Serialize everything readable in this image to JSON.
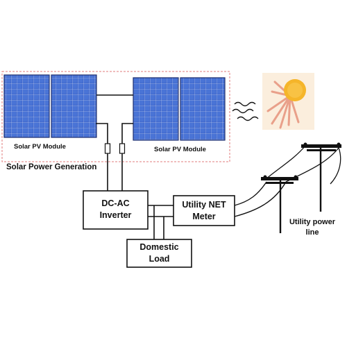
{
  "section": {
    "title": "Solar Power Generation"
  },
  "panels": {
    "left_label": "Solar PV Module",
    "right_label": "Solar PV Module"
  },
  "boxes": {
    "inverter": {
      "line1": "DC-AC",
      "line2": "Inverter"
    },
    "meter": {
      "line1": "Utility NET",
      "line2": "Meter"
    },
    "load": {
      "line1": "Domestic",
      "line2": "Load"
    }
  },
  "utility": {
    "line1": "Utility power",
    "line2": "line"
  },
  "colors": {
    "panel_cell": "#3d64c8",
    "panel_cell_light": "#5b83e0",
    "panel_frame": "#1e2f6e",
    "dashed_border": "#e27b7b",
    "sun": "#f5b52a",
    "sun_bg": "#fbe9c7",
    "ray": "#e9a08a",
    "wire": "#111111"
  },
  "icons": [
    "sun-icon",
    "wind-waves-icon",
    "utility-pole-icon"
  ]
}
